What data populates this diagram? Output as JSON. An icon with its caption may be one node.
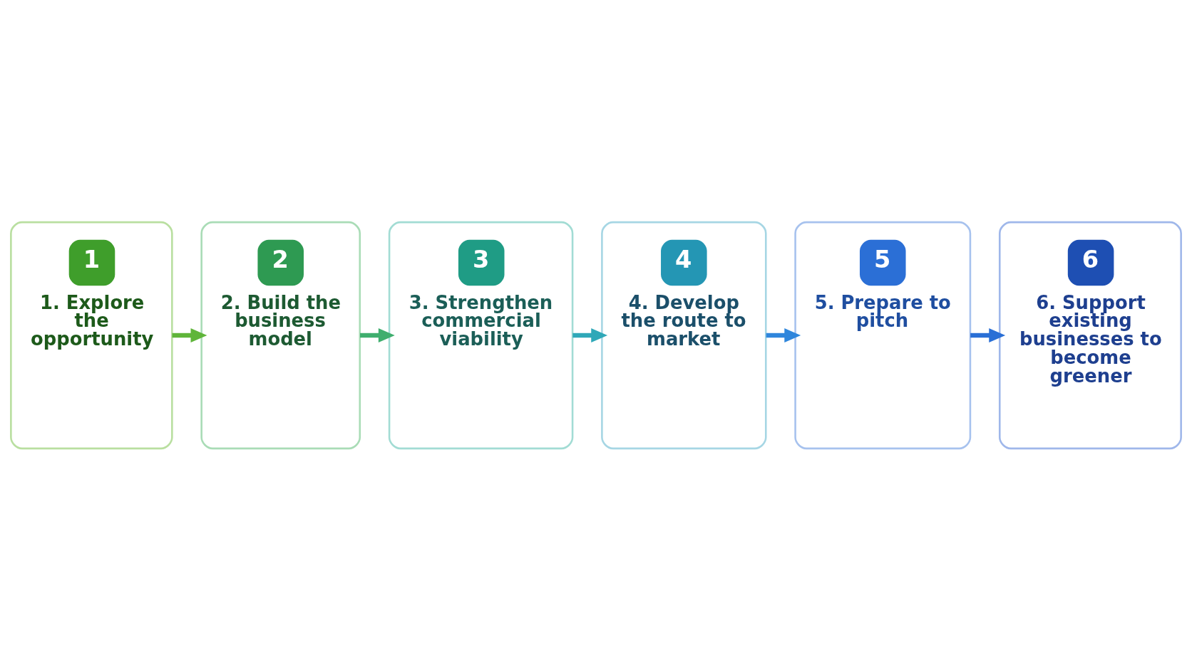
{
  "diagram": {
    "nodes": [
      {
        "text": [
          "1",
          "1. Explore the opportunity"
        ]
      },
      {
        "text": [
          "2",
          "2. Build the business model"
        ]
      },
      {
        "text": [
          "3",
          "3. Strengthen commercial viability"
        ]
      },
      {
        "text": [
          "4",
          "4. Develop the route to market"
        ]
      },
      {
        "text": [
          "5",
          "5. Prepare to pitch"
        ]
      },
      {
        "text": [
          "6",
          "6. Support existing businesses to become greener"
        ]
      }
    ],
    "edges": [
      {
        "from": 0,
        "to": 1,
        "arrow": "to",
        "color": "#5fb53a"
      },
      {
        "from": 1,
        "to": 2,
        "arrow": "to",
        "color": "#3fae6e"
      },
      {
        "from": 2,
        "to": 3,
        "arrow": "to",
        "color": "#2fa8b8"
      },
      {
        "from": 3,
        "to": 4,
        "arrow": "to",
        "color": "#2f86dc"
      },
      {
        "from": 4,
        "to": 5,
        "arrow": "to",
        "color": "#2a6fd6"
      }
    ]
  }
}
